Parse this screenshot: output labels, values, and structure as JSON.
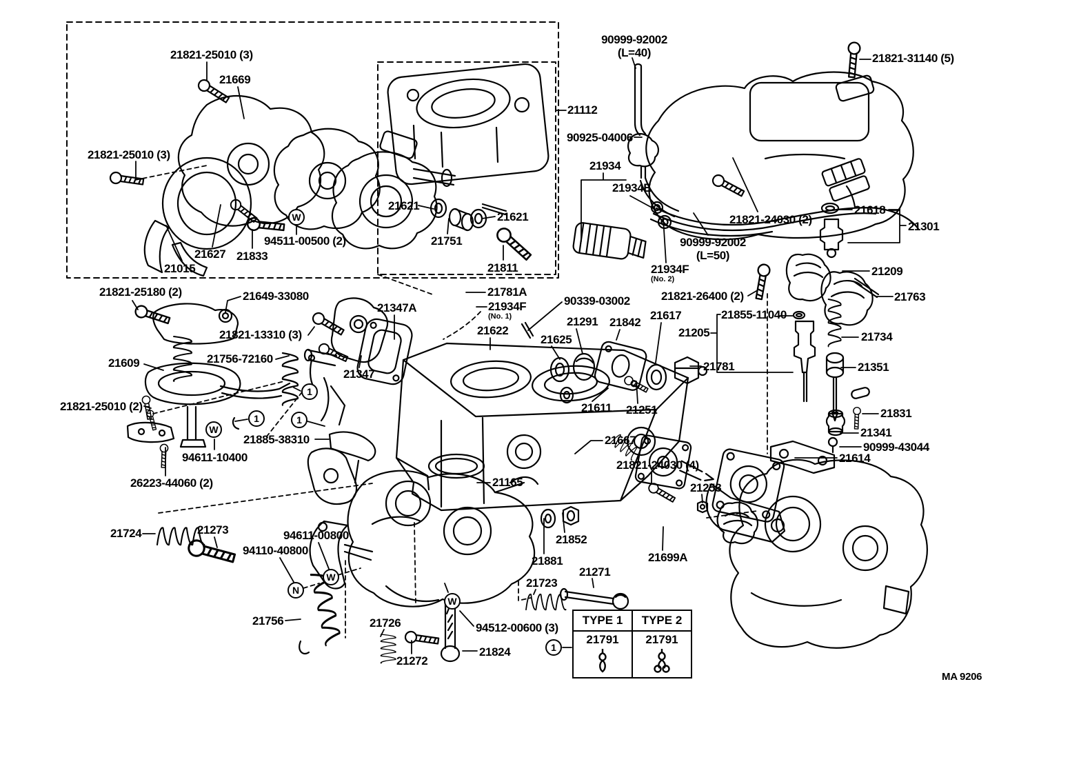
{
  "footer": {
    "code": "MA 9206"
  },
  "symbols": {
    "washer": "W",
    "nut": "N",
    "clip_ref": "1"
  },
  "type_table": {
    "headers": [
      "TYPE 1",
      "TYPE 2"
    ],
    "values": [
      "21791",
      "21791"
    ]
  },
  "labels": [
    {
      "text": "21821-25010 (3)"
    },
    {
      "text": "21669"
    },
    {
      "text": "21821-25010 (3)"
    },
    {
      "text": "21627"
    },
    {
      "text": "21015"
    },
    {
      "text": "21833"
    },
    {
      "text": "94511-00500 (2)"
    },
    {
      "text": "21112"
    },
    {
      "text": "21621"
    },
    {
      "text": "21621"
    },
    {
      "text": "21751"
    },
    {
      "text": "21811"
    },
    {
      "text": "90999-92002",
      "sub": "(L=40)"
    },
    {
      "text": "21821-31140 (5)"
    },
    {
      "text": "90925-04006"
    },
    {
      "text": "21934"
    },
    {
      "text": "21934E"
    },
    {
      "text": "21821-24030 (2)"
    },
    {
      "text": "21618"
    },
    {
      "text": "21301"
    },
    {
      "text": "90999-92002",
      "sub": "(L=50)"
    },
    {
      "text": "21934F",
      "sub": "(No. 2)"
    },
    {
      "text": "21209"
    },
    {
      "text": "21763"
    },
    {
      "text": "21821-26400 (2)"
    },
    {
      "text": "21821-25180 (2)"
    },
    {
      "text": "21649-33080"
    },
    {
      "text": "21821-13310 (3)"
    },
    {
      "text": "21347A"
    },
    {
      "text": "21781A"
    },
    {
      "text": "21934F",
      "sub": "(No. 1)"
    },
    {
      "text": "90339-03002"
    },
    {
      "text": "21622"
    },
    {
      "text": "21291"
    },
    {
      "text": "21842"
    },
    {
      "text": "21617"
    },
    {
      "text": "21625"
    },
    {
      "text": "21855-11040"
    },
    {
      "text": "21205"
    },
    {
      "text": "21734"
    },
    {
      "text": "21609"
    },
    {
      "text": "21756-72160"
    },
    {
      "text": "21347"
    },
    {
      "text": "21781"
    },
    {
      "text": "21351"
    },
    {
      "text": "21821-25010 (2)"
    },
    {
      "text": "21611"
    },
    {
      "text": "21251"
    },
    {
      "text": "21831"
    },
    {
      "text": "21341"
    },
    {
      "text": "90999-43044"
    },
    {
      "text": "21885-38310"
    },
    {
      "text": "94611-10400"
    },
    {
      "text": "21614"
    },
    {
      "text": "26223-44060 (2)"
    },
    {
      "text": "21165"
    },
    {
      "text": "21667"
    },
    {
      "text": "21821-24030 (4)"
    },
    {
      "text": "21253"
    },
    {
      "text": "21724"
    },
    {
      "text": "21273"
    },
    {
      "text": "94611-00800"
    },
    {
      "text": "94110-40800"
    },
    {
      "text": "21756"
    },
    {
      "text": "21726"
    },
    {
      "text": "21272"
    },
    {
      "text": "94512-00600 (3)"
    },
    {
      "text": "21824"
    },
    {
      "text": "21852"
    },
    {
      "text": "21881"
    },
    {
      "text": "21699A"
    },
    {
      "text": "21271"
    },
    {
      "text": "21723"
    }
  ]
}
